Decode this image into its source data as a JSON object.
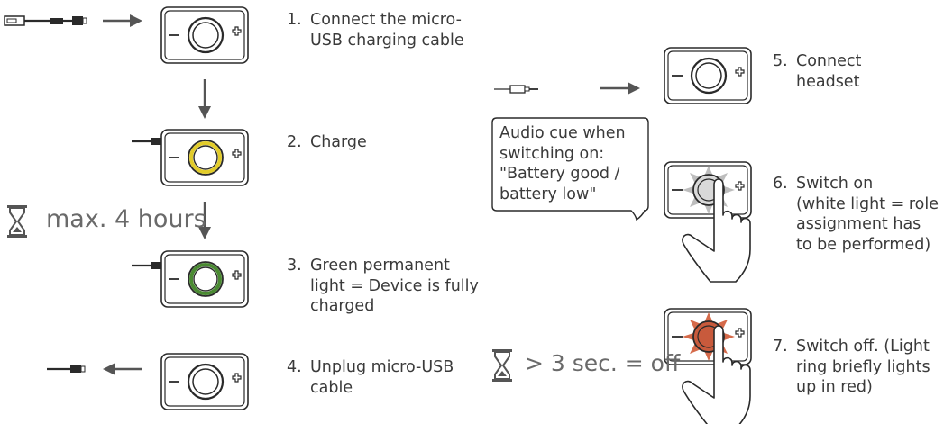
{
  "steps": [
    {
      "num": "1.",
      "text": "Connect the micro-\nUSB charging cable"
    },
    {
      "num": "2.",
      "text": "Charge"
    },
    {
      "num": "3.",
      "text": "Green permanent\nlight = Device is fully\ncharged"
    },
    {
      "num": "4.",
      "text": "Unplug micro-USB\ncable"
    },
    {
      "num": "5.",
      "text": "Connect\nheadset"
    },
    {
      "num": "6.",
      "text": "Switch on\n(white light = role\nassignment has\nto be performed)"
    },
    {
      "num": "7.",
      "text": "Switch off. (Light\nring briefly lights\n up in red)"
    }
  ],
  "bubble": {
    "text": "Audio cue when\nswitching on:\n\"Battery good /\nbattery low\""
  },
  "timers": {
    "charge": "max. 4 hours",
    "off": "> 3 sec. = off"
  },
  "colors": {
    "line": "#2a2a2a",
    "arrow": "#555555",
    "ring_charge": "#e2cc2a",
    "ring_full": "#4a8a32",
    "ring_on": "#d9d9d9",
    "ring_off": "#c85a3c",
    "flash_on": "#bdbdbd",
    "flash_off": "#d56a4a"
  },
  "icons": [
    "usb-cable-icon",
    "audio-jack-icon",
    "hourglass-icon",
    "hand-pointer-icon",
    "starburst-icon",
    "minus-icon",
    "plus-icon"
  ]
}
